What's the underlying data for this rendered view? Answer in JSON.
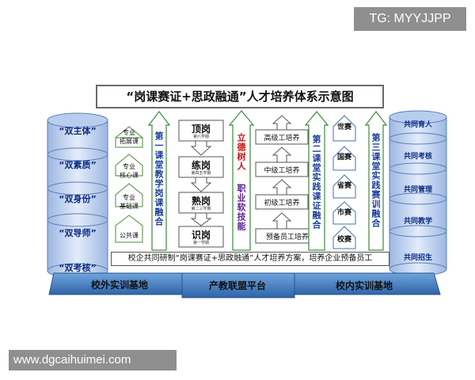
{
  "watermark_top": "TG: MYYJJPP",
  "watermark_bottom": "www.dgcaihuimei.com",
  "title": "“岗课赛证+思政融通”人才培养体系示意图",
  "left_pillar": [
    "“双主体”",
    "“双素质”",
    "“双身份”",
    "“双导师”",
    "“双考核”"
  ],
  "courses": [
    "专业\n拓展课",
    "专业\n核心课",
    "专业\n基础课",
    "公共课"
  ],
  "classroom1": "第一课堂教学岗课融合",
  "jobs": [
    {
      "name": "顶岗",
      "sub": "第六学期"
    },
    {
      "name": "练岗",
      "sub": "第四五学期"
    },
    {
      "name": "熟岗",
      "sub": "第二三学期"
    },
    {
      "name": "识岗",
      "sub": "第一学期"
    }
  ],
  "center_red": "立德树人",
  "center_purple": "职业软技能",
  "training": [
    "高级工培养",
    "中级工培养",
    "初级工培养",
    "预备员工培养"
  ],
  "classroom2": "第二课堂实践课证融合",
  "competitions": [
    "世赛",
    "国赛",
    "省赛",
    "市赛",
    "校赛"
  ],
  "classroom3": "第三课堂实践赛训融合",
  "right_pillar": [
    "共同育人",
    "共同考核",
    "共同管理",
    "共同教学",
    "共同招生"
  ],
  "cooperation": "校企共同研制“岗课赛证+思政融通”人才培养方案，培养企业预备员工",
  "bases": {
    "left": "校外实训基地",
    "center": "产教联盟平台",
    "right": "校内实训基地"
  },
  "colors": {
    "cyl_top": "#a9c3ea",
    "cyl_body": "#cfddf4",
    "base": "#4f8ccc",
    "base_dark": "#2c5f9e",
    "red_text": "#cc1111",
    "purple_text": "#5a1f8c",
    "blue_text": "#1b3f9a"
  }
}
